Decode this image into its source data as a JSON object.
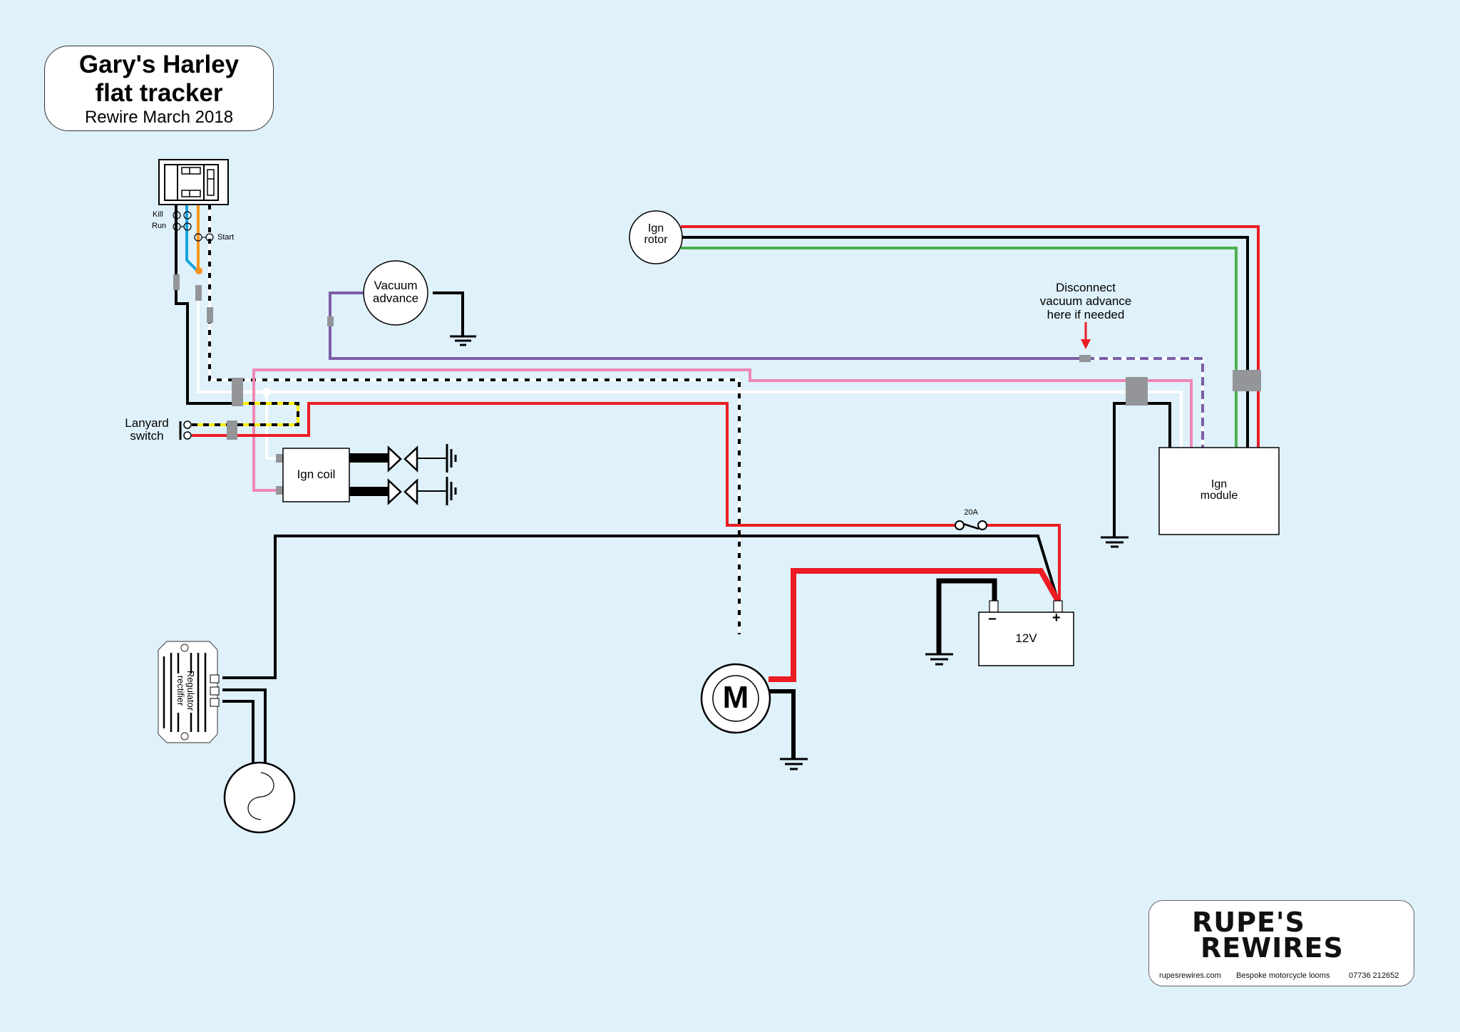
{
  "title": {
    "line1": "Gary's Harley",
    "line2": "flat tracker",
    "line3": "Rewire March 2018"
  },
  "switch_labels": {
    "kill": "Kill",
    "run": "Run",
    "start": "Start"
  },
  "components": {
    "lanyard_switch": "Lanyard\nswitch",
    "lanyard_line1": "Lanyard",
    "lanyard_line2": "switch",
    "vacuum_line1": "Vacuum",
    "vacuum_line2": "advance",
    "ign_rotor_line1": "Ign",
    "ign_rotor_line2": "rotor",
    "ign_coil": "Ign coil",
    "ign_module_line1": "Ign",
    "ign_module_line2": "module",
    "battery": "12V",
    "battery_neg": "−",
    "battery_pos": "+",
    "fuse": "20A",
    "starter_motor": "M",
    "regulator_line1": "Regulator",
    "regulator_line2": "rectifier"
  },
  "annotation": {
    "line1": "Disconnect",
    "line2": "vacuum advance",
    "line3": "here if needed"
  },
  "logo": {
    "word1": "RUPE'S",
    "word2": "REWIRES",
    "website": "rupesrewires.com",
    "tagline": "Bespoke motorcycle looms",
    "phone": "07736 212652"
  },
  "colors": {
    "background": "#dff1fa",
    "red": "#ec1c24",
    "black": "#000000",
    "green": "#4caf50",
    "blue": "#1aa3e0",
    "orange": "#f7941d",
    "pink": "#ee87b4",
    "purple": "#7b5ea7",
    "yellow": "#ffec00",
    "white": "#ffffff",
    "connector_grey": "#939598"
  }
}
